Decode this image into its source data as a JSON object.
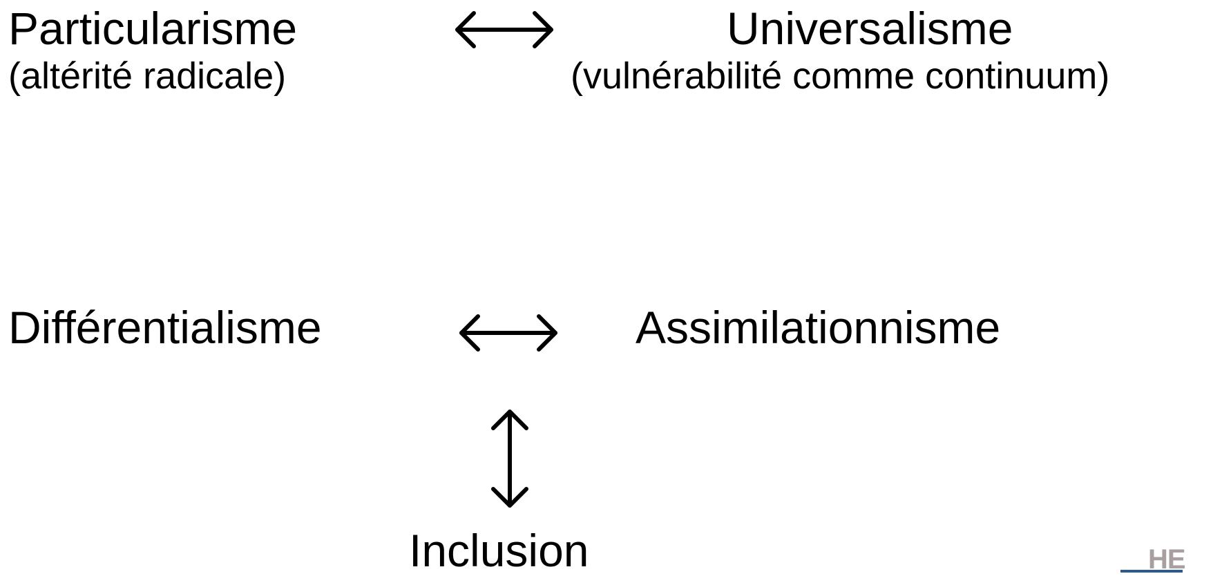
{
  "top_row": {
    "left_term": "Particularisme",
    "left_sub": "(altérité radicale)",
    "right_term": "Universalisme",
    "right_sub": "(vulnérabilité comme continuum)"
  },
  "middle_row": {
    "left_term": "Différentialisme",
    "right_term": "Assimilationnisme"
  },
  "bottom": {
    "term": "Inclusion"
  },
  "arrows": [
    {
      "kind": "double-headed",
      "direction": "horizontal",
      "connects": [
        "Particularisme",
        "Universalisme"
      ]
    },
    {
      "kind": "double-headed",
      "direction": "horizontal",
      "connects": [
        "Différentialisme",
        "Assimilationnisme"
      ]
    },
    {
      "kind": "double-headed",
      "direction": "vertical",
      "connects": [
        "double-arrow (middle row)",
        "Inclusion"
      ]
    }
  ],
  "logo": {
    "text": "HE",
    "text_color": "#a8a0a0",
    "bar_color": "#2a5b8c"
  },
  "colors": {
    "text": "#000000",
    "background": "#ffffff"
  }
}
